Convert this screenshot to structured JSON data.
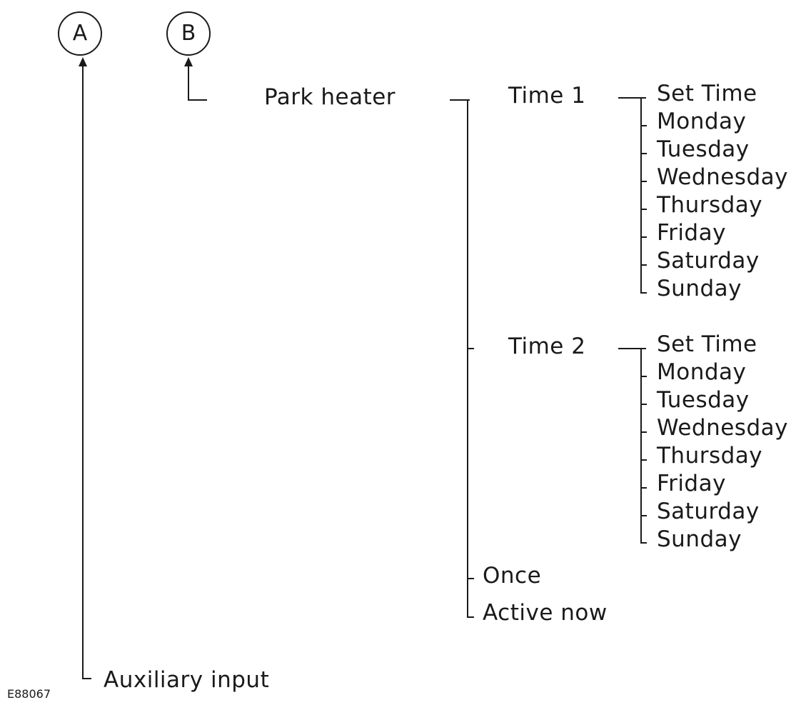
{
  "callouts": {
    "a": "A",
    "b": "B"
  },
  "park_heater": {
    "label": "Park heater",
    "time1": {
      "label": "Time 1",
      "items": [
        "Set Time",
        "Monday",
        "Tuesday",
        "Wednesday",
        "Thursday",
        "Friday",
        "Saturday",
        "Sunday"
      ]
    },
    "time2": {
      "label": "Time 2",
      "items": [
        "Set Time",
        "Monday",
        "Tuesday",
        "Wednesday",
        "Thursday",
        "Friday",
        "Saturday",
        "Sunday"
      ]
    },
    "once": "Once",
    "active_now": "Active now"
  },
  "auxiliary_input": "Auxiliary input",
  "figure_code": "E88067"
}
